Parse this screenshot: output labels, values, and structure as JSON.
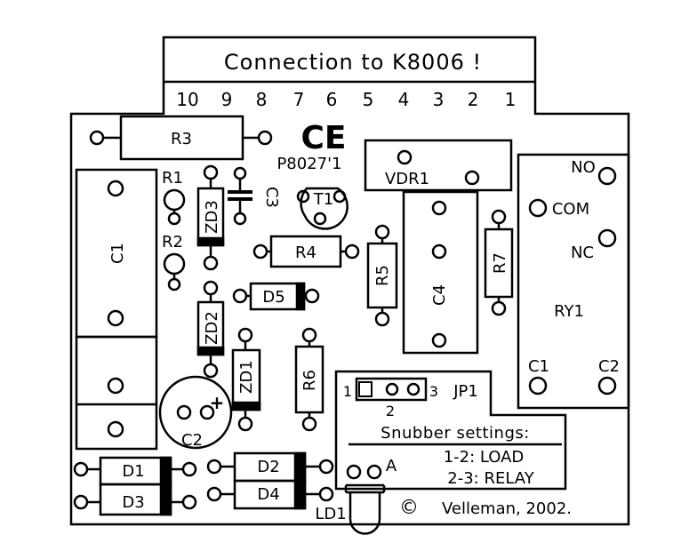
{
  "connector": {
    "label": "Connection to K8006 !",
    "pins": [
      "10",
      "9",
      "8",
      "7",
      "6",
      "5",
      "4",
      "3",
      "2",
      "1"
    ]
  },
  "marks": {
    "ce": "CE",
    "board_id": "P8027'1",
    "copyright_symbol": "©",
    "copyright": "Velleman, 2002."
  },
  "components": {
    "r1": "R1",
    "r2": "R2",
    "r3": "R3",
    "r4": "R4",
    "r5": "R5",
    "r6": "R6",
    "r7": "R7",
    "c1": "C1",
    "c2": "C2",
    "c3": "C3",
    "c4": "C4",
    "zd1": "ZD1",
    "zd2": "ZD2",
    "zd3": "ZD3",
    "d1": "D1",
    "d2": "D2",
    "d3": "D3",
    "d4": "D4",
    "d5": "D5",
    "t1": "T1",
    "vdr1": "VDR1",
    "ld1": "LD1",
    "ld1_anode": "A",
    "c2_polarity": "+"
  },
  "relay": {
    "name": "RY1",
    "no": "NO",
    "com": "COM",
    "nc": "NC",
    "c1": "C1",
    "c2": "C2"
  },
  "jumper": {
    "name": "JP1",
    "pin1": "1",
    "pin2": "2",
    "pin3": "3",
    "title": "Snubber settings:",
    "option1": "1-2: LOAD",
    "option2": "2-3: RELAY"
  }
}
